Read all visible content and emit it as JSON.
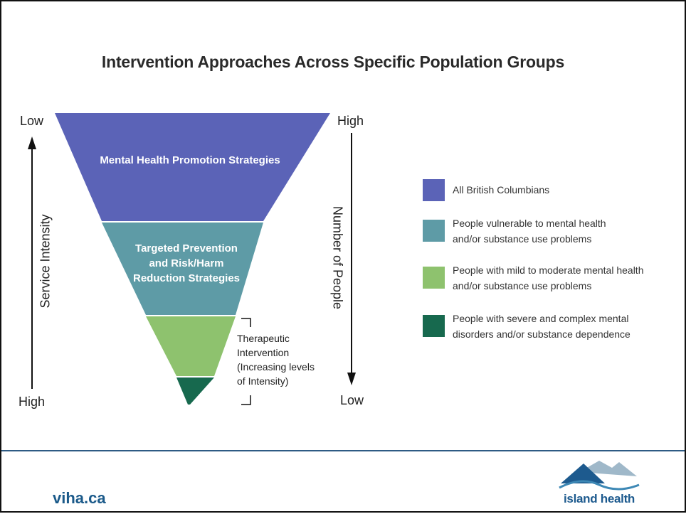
{
  "title": "Intervention Approaches Across Specific Population Groups",
  "left_axis": {
    "top": "Low",
    "bottom": "High",
    "label": "Service Intensity"
  },
  "right_axis": {
    "top": "High",
    "bottom": "Low",
    "label": "Number of People"
  },
  "triangle": {
    "layers": [
      {
        "text": "Mental Health Promotion Strategies",
        "color": "#5b63b7"
      },
      {
        "lines": [
          "Targeted Prevention",
          "and Risk/Harm",
          "Reduction Strategies"
        ],
        "color": "#5e9ba6"
      },
      {
        "color": "#8ec26e"
      },
      {
        "color": "#17694e"
      }
    ]
  },
  "therapeutic_note": [
    "Therapeutic",
    "Intervention",
    "(Increasing levels",
    "of Intensity)"
  ],
  "legend": [
    {
      "lines": [
        "All British Columbians"
      ],
      "color": "#5b63b7"
    },
    {
      "lines": [
        "People vulnerable to mental health",
        "and/or substance use problems"
      ],
      "color": "#5e9ba6"
    },
    {
      "lines": [
        "People with mild to moderate mental health",
        "and/or substance use problems"
      ],
      "color": "#8ec26e"
    },
    {
      "lines": [
        "People with severe and complex mental",
        "disorders and/or substance dependence"
      ],
      "color": "#17694e"
    }
  ],
  "footer": {
    "url": "viha.ca",
    "brand": "island health",
    "brand_color": "#1d5a8e"
  }
}
